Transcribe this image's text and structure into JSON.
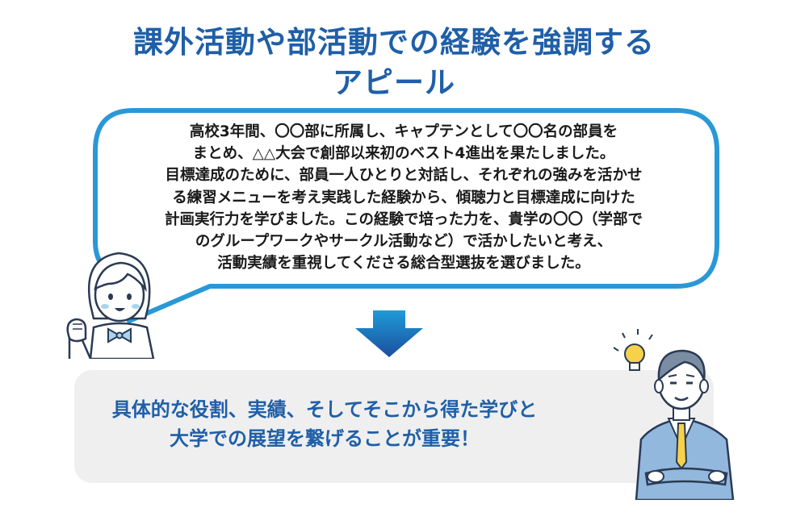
{
  "title": {
    "line1": "課外活動や部活動での経験を強調する",
    "line2": "アピール"
  },
  "speech_bubble": {
    "lines": [
      "高校3年間、〇〇部に所属し、キャプテンとして〇〇名の部員を",
      "まとめ、△△大会で創部以来初のベスト4進出を果たしました。",
      "目標達成のために、部員一人ひとりと対話し、それぞれの強みを活かせ",
      "る練習メニューを考え実践した経験から、傾聴力と目標達成に向けた",
      "計画実行力を学びました。この経験で培った力を、貴学の〇〇（学部で",
      "のグループワークやサークル活動など）で活かしたいと考え、",
      "活動実績を重視してくださる総合型選抜を選びました。"
    ]
  },
  "conclusion": {
    "line1": "具体的な役割、実績、そしてそこから得た学びと",
    "line2": "大学での展望を繋げることが重要！"
  },
  "colors": {
    "title": "#1f5fa8",
    "bubble_border": "#2a98d6",
    "arrow_top": "#1f9bd8",
    "arrow_bottom": "#1b4f9e",
    "box_bg": "#efefef"
  },
  "icons": [
    "student-girl-illustration",
    "businessman-illustration",
    "lightbulb-icon",
    "down-arrow-icon"
  ]
}
